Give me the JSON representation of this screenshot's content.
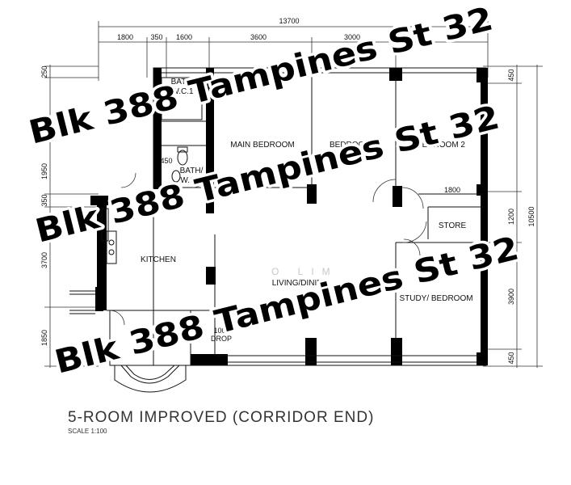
{
  "plan": {
    "overall_width": "13700",
    "top_dimensions": [
      "1800",
      "350",
      "1600",
      "3600",
      "3000"
    ],
    "right_dimensions": [
      "450",
      "1200",
      "3900",
      "450"
    ],
    "right_total": "10500",
    "left_dimensions": [
      "250",
      "1950",
      "350",
      "3700",
      "1850"
    ],
    "store_width": "1800",
    "rooms": {
      "bath_wc1": [
        "BATH/",
        "W.C.1"
      ],
      "bath_wc2": [
        "BATH/",
        "W.C.2"
      ],
      "main_bedroom": "MAIN BEDROOM",
      "bedroom3": "BEDROOM 3",
      "bedroom2": "BEDROOM 2",
      "store": "STORE",
      "kitchen": "KITCHEN",
      "living_dining": "LIVING/DINING",
      "study_bedroom": "STUDY/ BEDROOM"
    },
    "small_label_450": "450",
    "drop_label": [
      "100",
      "DROP"
    ],
    "faint_watermark": "O LIM",
    "title": "5-ROOM IMPROVED (CORRIDOR END)",
    "scale": "SCALE   1:100"
  },
  "watermarks": [
    "Blk 388 Tampines St 32",
    "Blk 388 Tampines St 32",
    "Blk 388 Tampines St 32"
  ]
}
